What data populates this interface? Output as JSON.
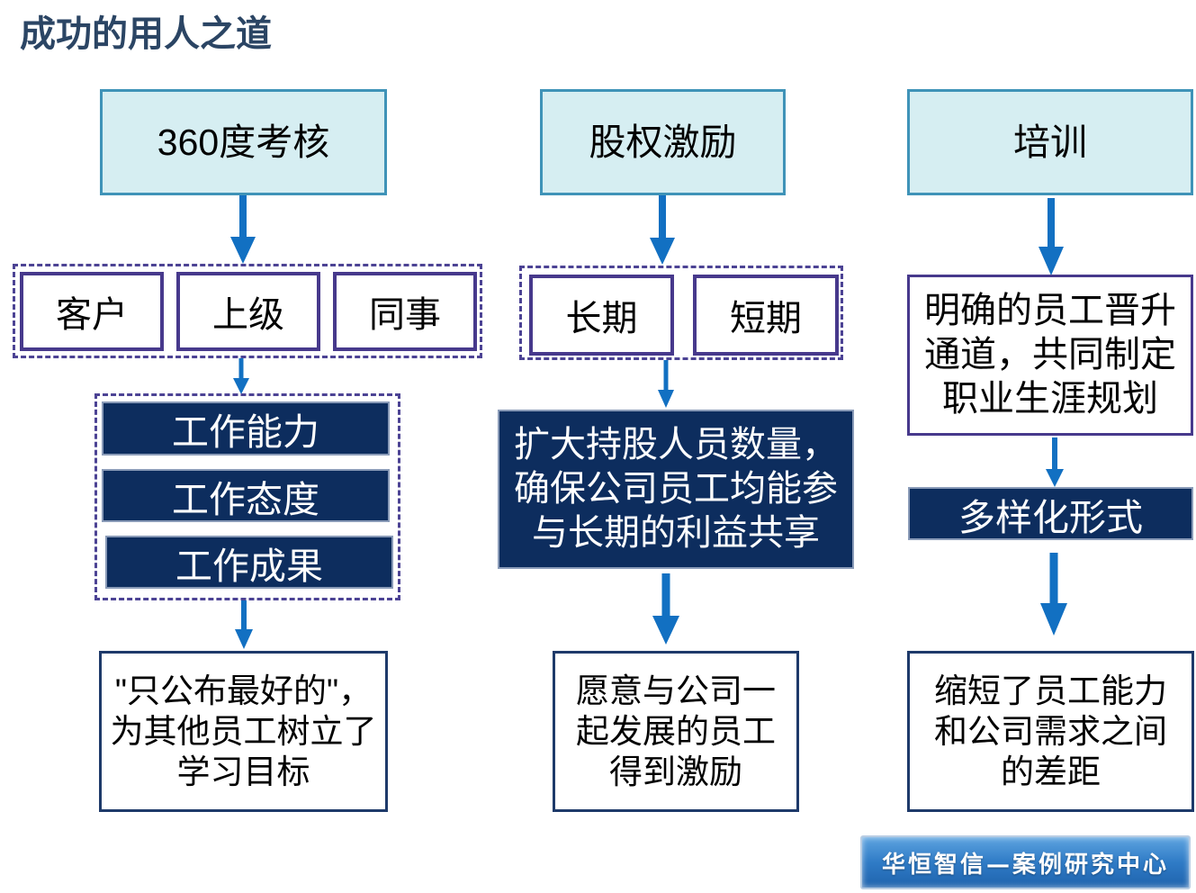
{
  "title": "成功的用人之道",
  "columns": [
    {
      "header": "360度考核",
      "sources": [
        "客户",
        "上级",
        "同事"
      ],
      "criteria": [
        "工作能力",
        "工作态度",
        "工作成果"
      ],
      "outcome_lines": [
        "\"只公布最好的\"，",
        "为其他员工树立了",
        "学习目标"
      ]
    },
    {
      "header": "股权激励",
      "terms": [
        "长期",
        "短期"
      ],
      "measure_lines": [
        "扩大持股人员数量，",
        "确保公司员工均能参",
        "与长期的利益共享"
      ],
      "outcome_lines": [
        "愿意与公司一",
        "起发展的员工",
        "得到激励"
      ]
    },
    {
      "header": "培训",
      "path_lines": [
        "明确的员工晋升",
        "通道，共同制定",
        "职业生涯规划"
      ],
      "form": "多样化形式",
      "outcome_lines": [
        "缩短了员工能力",
        "和公司需求之间",
        "的差距"
      ]
    }
  ],
  "footer": {
    "logo_text": "华恒智信—案例研究中心"
  },
  "colors": {
    "title_text": "#2b4564",
    "header_fill": "#d6eef2",
    "header_border": "#3f93b8",
    "arrow": "#1270c2",
    "dashed_border": "#4c4394",
    "source_border": "#47398c",
    "navy_fill": "#0d2d5e",
    "navy_border": "#8a9bb8",
    "outcome_border": "#1e3a6a",
    "logo_top": "#5ea4e0",
    "logo_bottom": "#1f63ad"
  }
}
